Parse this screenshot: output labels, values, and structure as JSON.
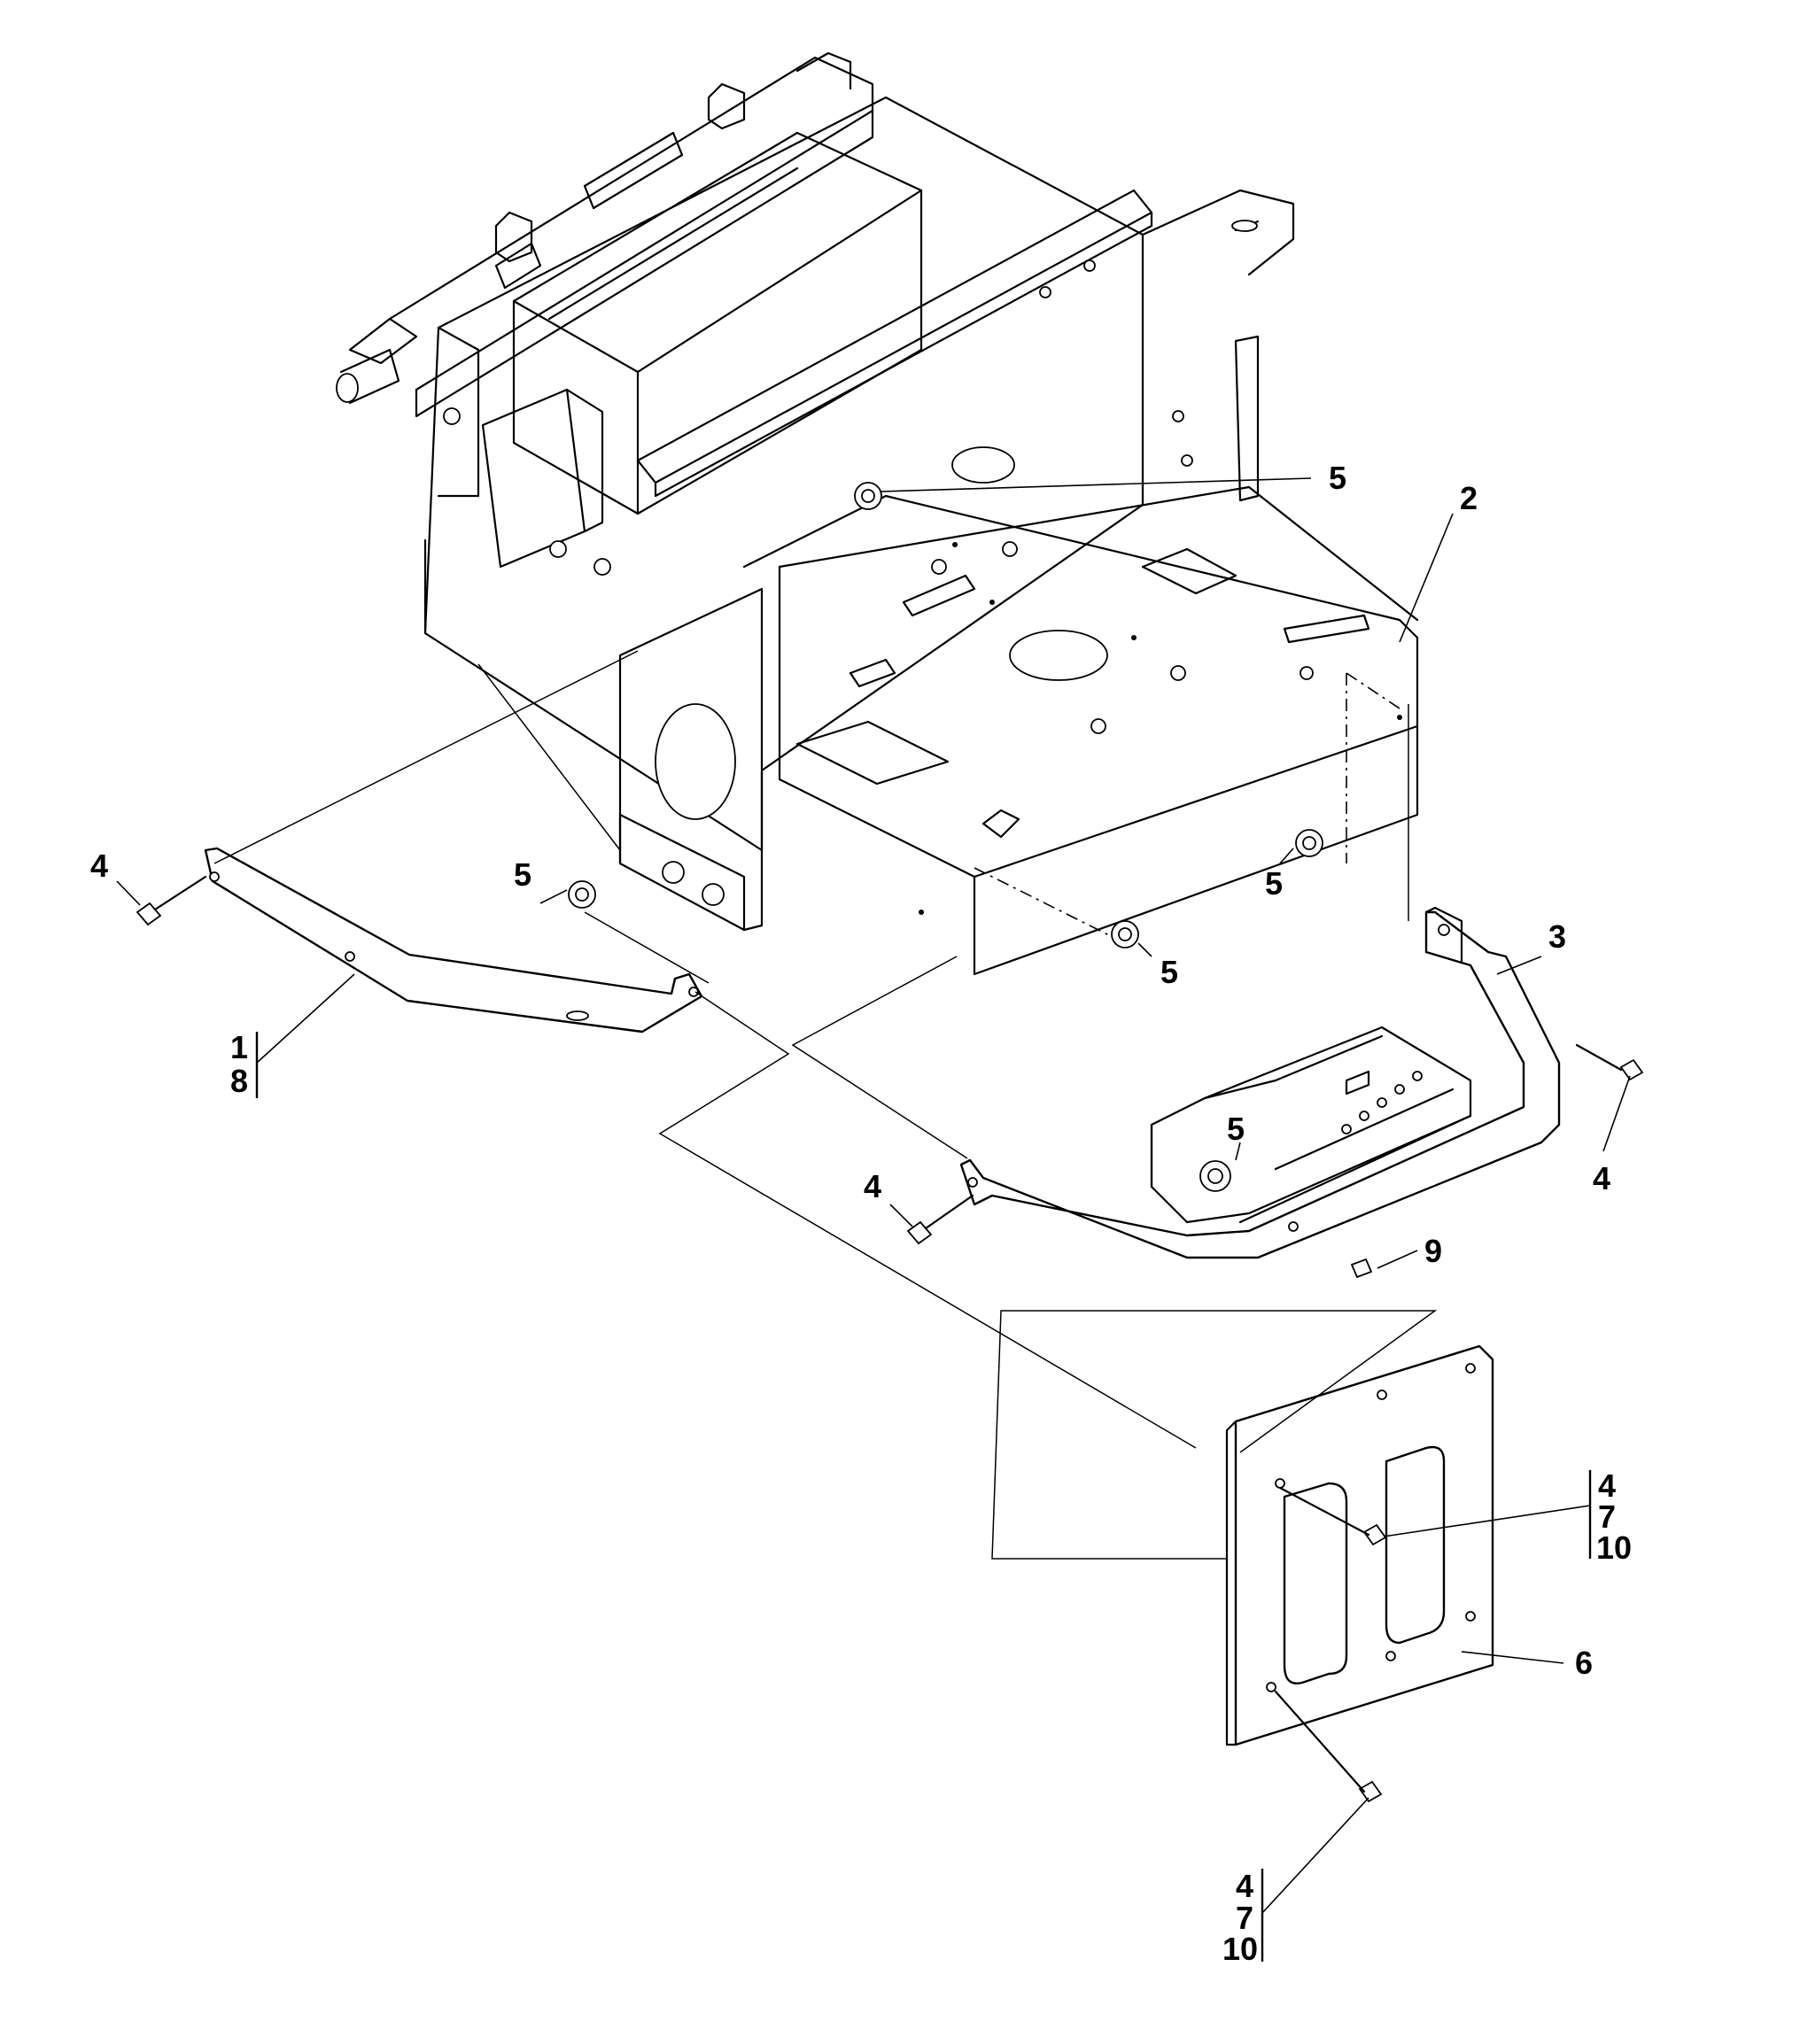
{
  "labels": [
    {
      "id": "callout-5-top",
      "text": "5"
    },
    {
      "id": "callout-2",
      "text": "2"
    },
    {
      "id": "callout-4-left",
      "text": "4"
    },
    {
      "id": "callout-5-left",
      "text": "5"
    },
    {
      "id": "callout-5-right-top",
      "text": "5"
    },
    {
      "id": "callout-5-center",
      "text": "5"
    },
    {
      "id": "callout-3",
      "text": "3"
    },
    {
      "id": "callout-1",
      "text": "1"
    },
    {
      "id": "callout-8",
      "text": "8"
    },
    {
      "id": "callout-4-right",
      "text": "4"
    },
    {
      "id": "callout-5-bracket",
      "text": "5"
    },
    {
      "id": "callout-4-mid",
      "text": "4"
    },
    {
      "id": "callout-9",
      "text": "9"
    },
    {
      "id": "callout-4-plate-a",
      "text": "4"
    },
    {
      "id": "callout-7-plate-a",
      "text": "7"
    },
    {
      "id": "callout-10-plate-a",
      "text": "10"
    },
    {
      "id": "callout-6",
      "text": "6"
    },
    {
      "id": "callout-4-plate-b",
      "text": "4"
    },
    {
      "id": "callout-7-plate-b",
      "text": "7"
    },
    {
      "id": "callout-10-plate-b",
      "text": "10"
    }
  ]
}
